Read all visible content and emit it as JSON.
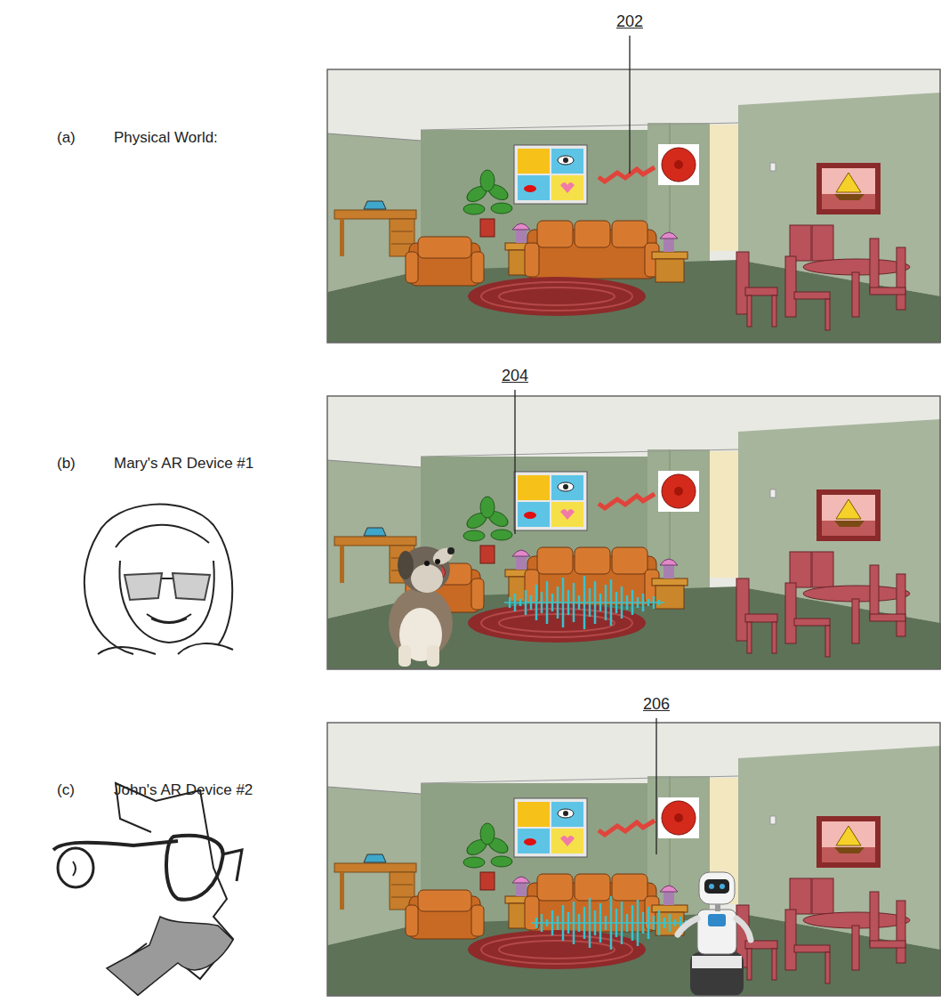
{
  "diagram": {
    "labels": [
      "202",
      "(a)",
      "Physical World:",
      "204",
      "(b)",
      "Mary's AR Device #1",
      "206",
      "(c)",
      "John's AR Device #2"
    ]
  }
}
